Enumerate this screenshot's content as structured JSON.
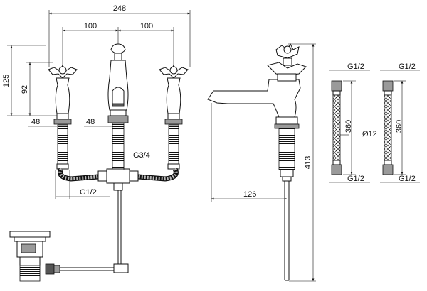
{
  "dimensions": {
    "overall_width": "248",
    "centre_left": "100",
    "centre_right": "100",
    "handle_height": "125",
    "handle_to_deck": "92",
    "tail_left": "48",
    "tail_centre": "48",
    "inlet_thread": "G3/4",
    "outlet_thread": "G1/2",
    "spout_reach": "126",
    "overall_height": "413"
  },
  "hoses": {
    "left": {
      "top_thread": "G1/2",
      "length": "360",
      "diameter": "Ø12",
      "bottom_thread": "G1/2"
    },
    "right": {
      "top_thread": "G1/2",
      "length": "360",
      "bottom_thread": "G1/2"
    }
  }
}
